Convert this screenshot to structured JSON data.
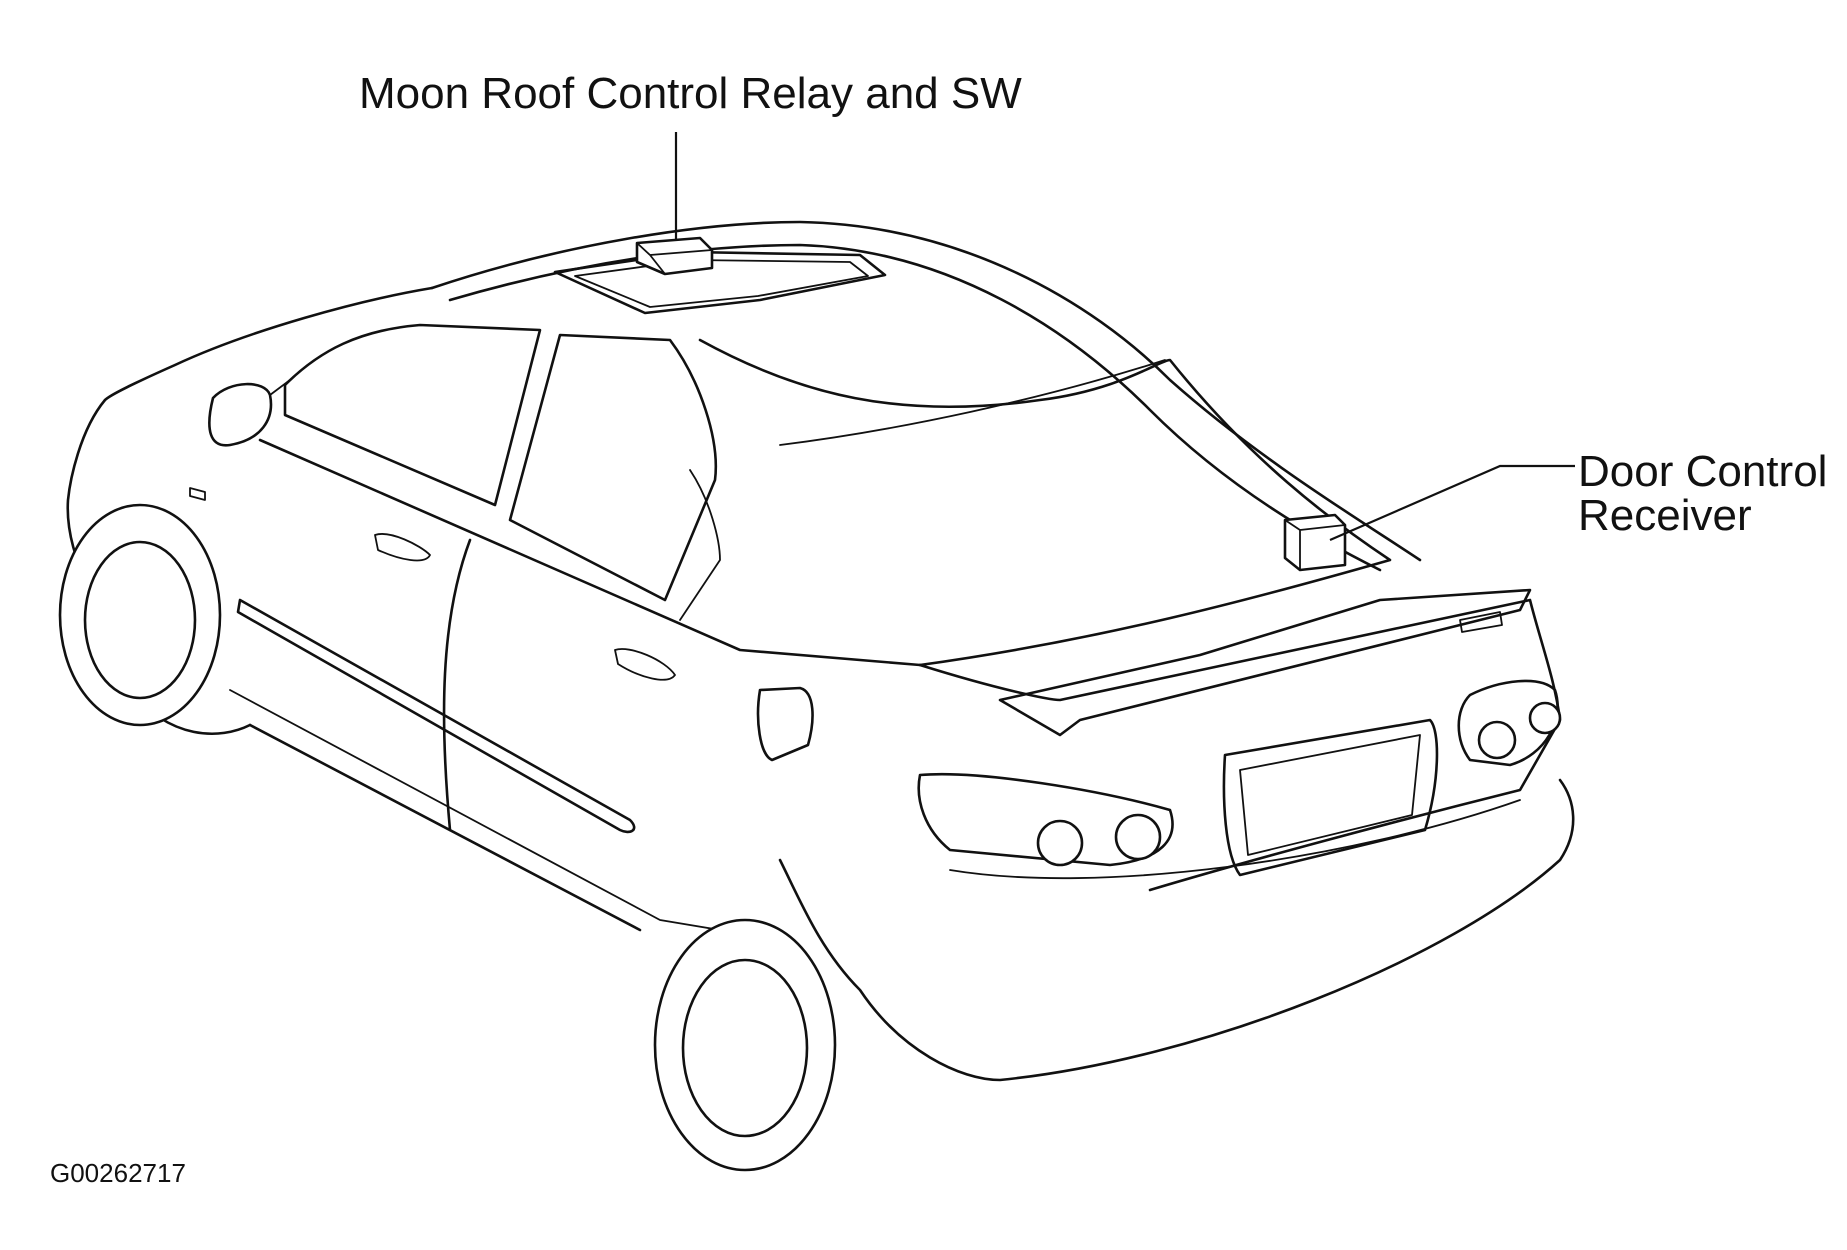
{
  "diagram": {
    "callouts": {
      "moon_roof": "Moon Roof Control Relay and SW",
      "door_control_line1": "Door Control",
      "door_control_line2": "Receiver"
    },
    "figure_code": "G00262717"
  }
}
